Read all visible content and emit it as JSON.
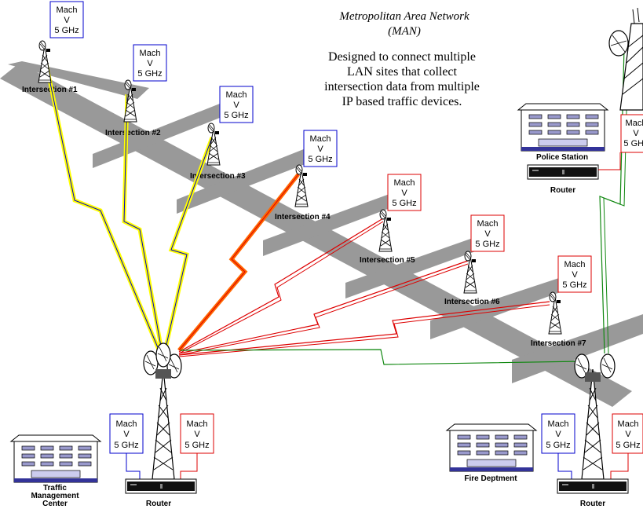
{
  "title": {
    "line1": "Metropolitan Area Network",
    "line2": "(MAN)"
  },
  "description": {
    "line1": "Designed to connect multiple",
    "line2": "LAN sites  that collect",
    "line3": "intersection data from multiple",
    "line4": "IP based traffic devices."
  },
  "radio_label": {
    "line1": "Mach",
    "line2": "V",
    "line3": "5 GHz"
  },
  "intersections": [
    "Intersection #1",
    "Intersection #2",
    "Intersection #3",
    "Intersection #4",
    "Intersection #5",
    "Intersection #6",
    "Intersection #7"
  ],
  "buildings": {
    "police": "Police Station",
    "fire": "Fire Deptment",
    "traffic_line1": "Traffic",
    "traffic_line2": "Management",
    "traffic_line3": "Center"
  },
  "router_label": "Router",
  "colors": {
    "road": "#999999",
    "link_blue": "#0000cc",
    "link_yellow": "#ffff00",
    "link_red": "#dd0000",
    "link_orange": "#ff6600",
    "link_green": "#118811",
    "box_blue": "#0000cc",
    "box_red": "#dd0000"
  }
}
